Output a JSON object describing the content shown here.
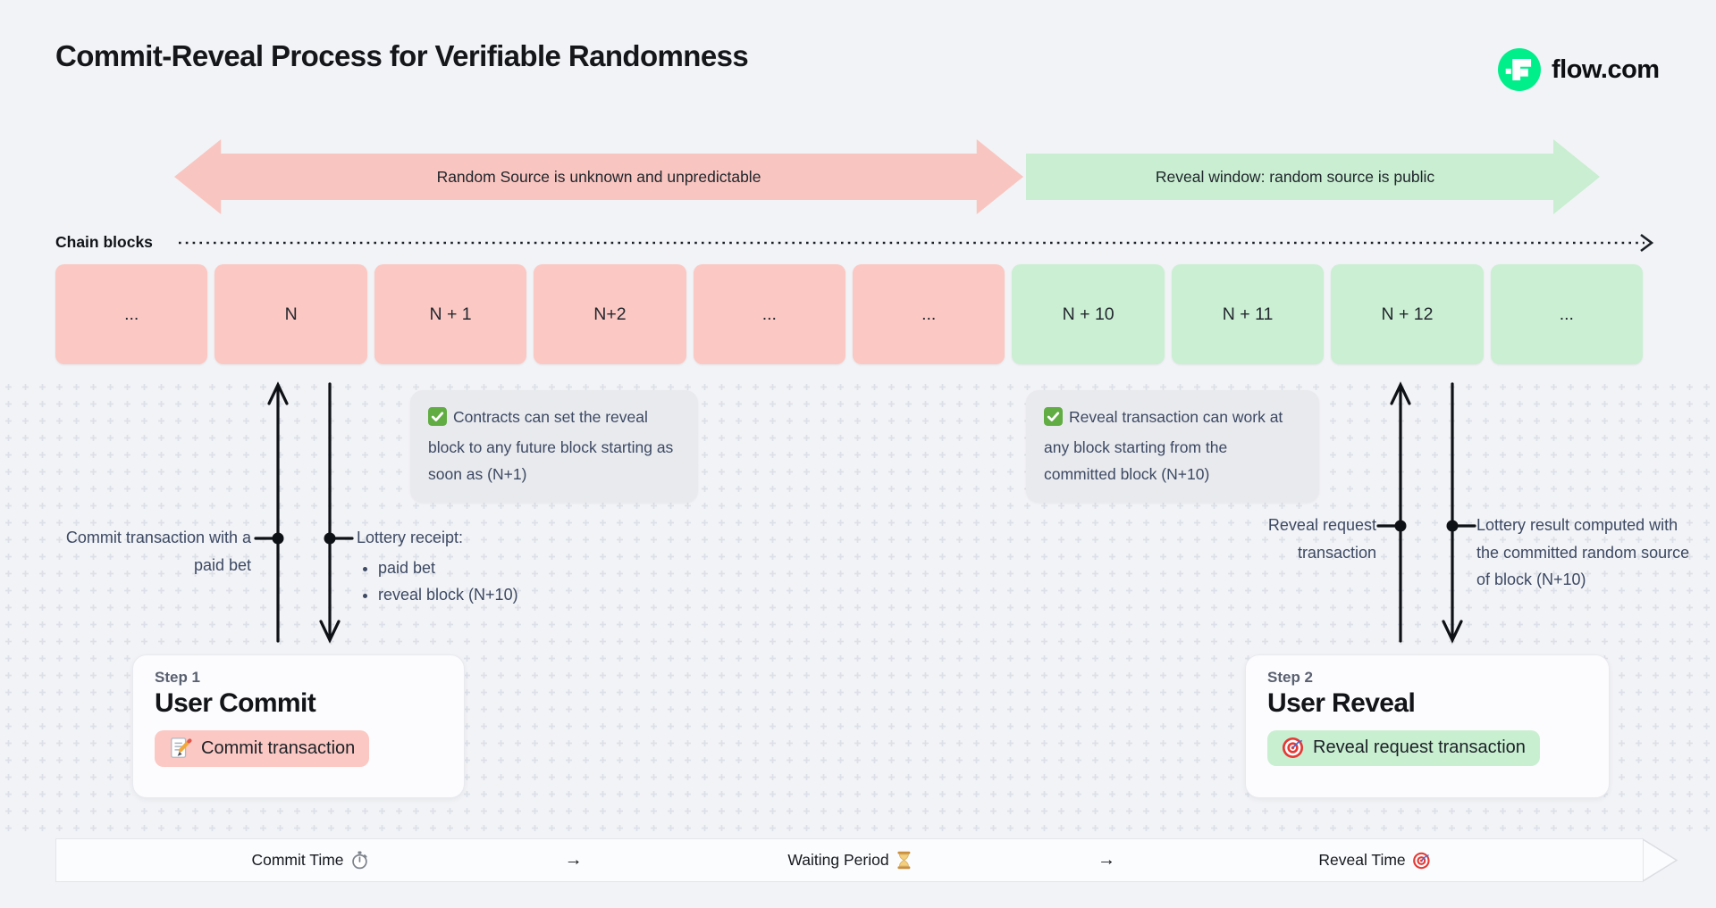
{
  "header": {
    "title": "Commit-Reveal Process for Verifiable Randomness",
    "brand": "flow.com"
  },
  "phase_arrows": {
    "commit": {
      "label": "Random Source is unknown and unpredictable",
      "color": "#f9c5c0",
      "direction": "both"
    },
    "reveal": {
      "label": "Reveal window: random source is public",
      "color": "#c9eed1",
      "direction": "right"
    }
  },
  "chain": {
    "label": "Chain blocks",
    "blocks": [
      {
        "label": "...",
        "phase": "commit"
      },
      {
        "label": "N",
        "phase": "commit"
      },
      {
        "label": "N + 1",
        "phase": "commit"
      },
      {
        "label": "N+2",
        "phase": "commit"
      },
      {
        "label": "...",
        "phase": "commit"
      },
      {
        "label": "...",
        "phase": "commit"
      },
      {
        "label": "N + 10",
        "phase": "reveal"
      },
      {
        "label": "N + 11",
        "phase": "reveal"
      },
      {
        "label": "N + 12",
        "phase": "reveal"
      },
      {
        "label": "...",
        "phase": "reveal"
      }
    ]
  },
  "notes": {
    "commit": {
      "icon": "check-icon",
      "text": "Contracts can set the reveal block to any future block starting as soon as (N+1)"
    },
    "reveal": {
      "icon": "check-icon",
      "text": "Reveal transaction can work at any block starting from the committed block (N+10)"
    }
  },
  "annotations": {
    "commit_tx": "Commit transaction with a paid bet",
    "lottery_receipt": {
      "title": "Lottery receipt:",
      "items": [
        "paid bet",
        "reveal block (N+10)"
      ]
    },
    "reveal_request": "Reveal request transaction",
    "lottery_result": "Lottery result computed with the committed random source of block (N+10)"
  },
  "steps": {
    "commit": {
      "kicker": "Step 1",
      "title": "User Commit",
      "badge": "Commit transaction",
      "badge_icon": "memo-icon"
    },
    "reveal": {
      "kicker": "Step 2",
      "title": "User Reveal",
      "badge": "Reveal request transaction",
      "badge_icon": "target-icon"
    }
  },
  "timeline": {
    "arrow": "→",
    "segments": [
      {
        "label": "Commit Time",
        "icon": "stopwatch-icon"
      },
      {
        "label": "Waiting Period",
        "icon": "hourglass-icon"
      },
      {
        "label": "Reveal Time",
        "icon": "target-icon"
      }
    ]
  },
  "icons": {
    "check-icon": "✅",
    "memo-icon": "📝",
    "target-icon": "🎯",
    "stopwatch-icon": "⏱",
    "hourglass-icon": "⏳",
    "flow-logo-icon": "flow"
  },
  "colors": {
    "background": "#f2f3f6",
    "commit_pink": "#fbc8c3",
    "reveal_green": "#cbefd3",
    "note_gray": "#e9eaee",
    "flow_green": "#00ef8b",
    "text_dark": "#15181d",
    "text_slate": "#3c4963"
  }
}
